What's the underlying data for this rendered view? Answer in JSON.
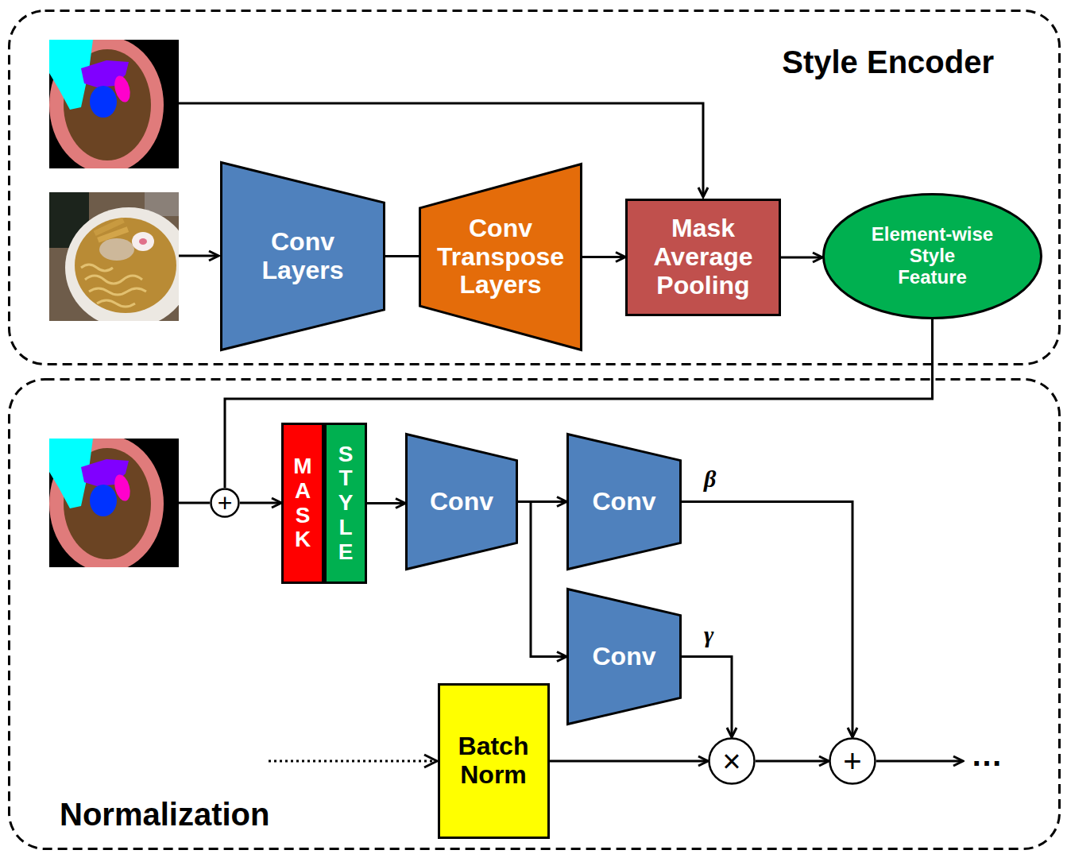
{
  "diagram": {
    "nodes": [
      {
        "text": [
          "Style Encoder"
        ]
      },
      {
        "text": [
          "Conv Layers"
        ],
        "in": 0
      },
      {
        "text": [
          "Conv Transpose Layers"
        ],
        "in": 0
      },
      {
        "text": [
          "Mask Average Pooling"
        ],
        "in": 0
      },
      {
        "text": [
          "Element-wise Style Feature"
        ],
        "in": 0
      },
      {
        "text": [
          "Normalization"
        ]
      },
      {
        "text": [
          "+"
        ],
        "in": 5
      },
      {
        "text": [
          "MASK"
        ],
        "in": 5
      },
      {
        "text": [
          "STYLE"
        ],
        "in": 5
      },
      {
        "text": [
          "Conv"
        ],
        "in": 5
      },
      {
        "text": [
          "Conv"
        ],
        "in": 5
      },
      {
        "text": [
          "Conv"
        ],
        "in": 5
      },
      {
        "text": [
          "Batch Norm"
        ],
        "in": 5
      },
      {
        "text": [
          "×"
        ],
        "in": 5
      },
      {
        "text": [
          "+"
        ],
        "in": 5
      }
    ],
    "edges": [
      {
        "from": 1,
        "to": 2,
        "arrow": "none"
      },
      {
        "from": 2,
        "to": 3,
        "arrow": "to"
      },
      {
        "from": 3,
        "to": 4,
        "arrow": "to"
      },
      {
        "from": 4,
        "to": 6,
        "arrow": "none"
      },
      {
        "from": 6,
        "to": 7,
        "arrow": "to"
      },
      {
        "from": 8,
        "to": 9,
        "arrow": "to"
      },
      {
        "from": 9,
        "to": 10,
        "arrow": "to"
      },
      {
        "from": 9,
        "to": 11,
        "arrow": "to"
      },
      {
        "from": 10,
        "to": 14,
        "arrow": "to",
        "label": "β"
      },
      {
        "from": 11,
        "to": 13,
        "arrow": "to",
        "label": "γ"
      },
      {
        "from": 12,
        "to": 13,
        "arrow": "to"
      },
      {
        "from": 13,
        "to": 14,
        "arrow": "to"
      }
    ],
    "labels": [
      "…"
    ]
  }
}
